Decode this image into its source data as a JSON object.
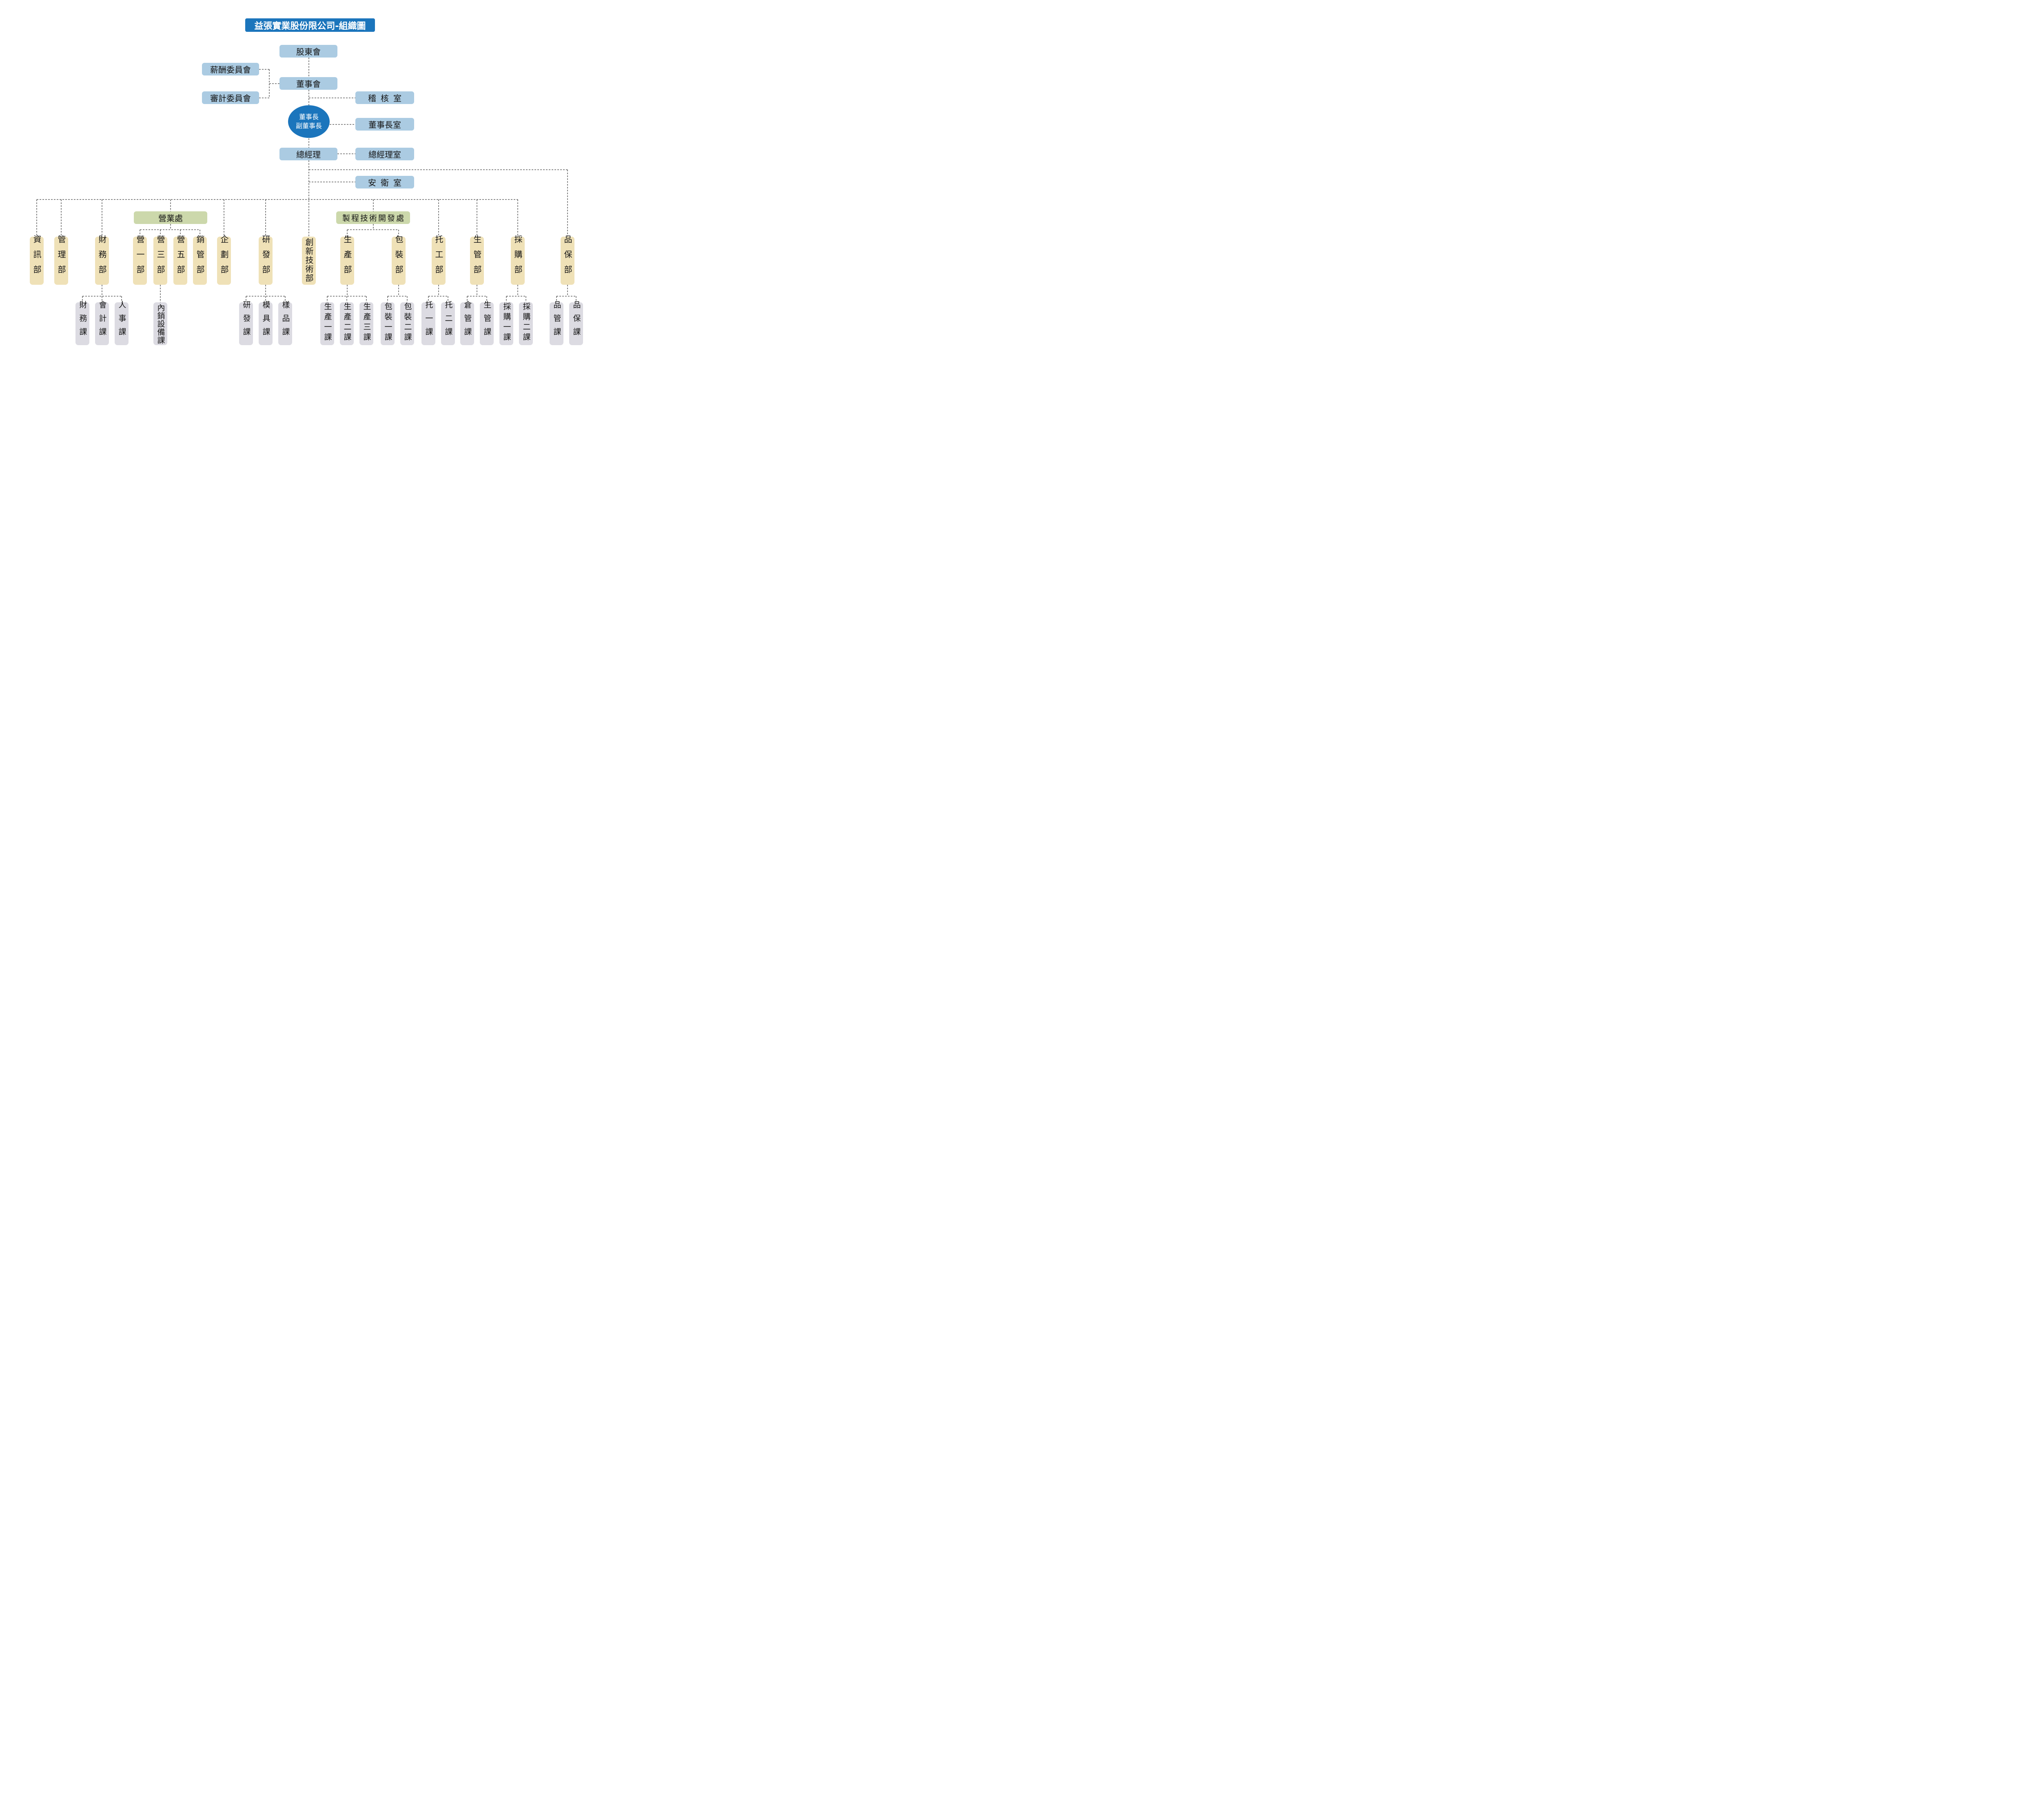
{
  "title": "益張實業股份限公司-組織圖",
  "colors": {
    "title_bg": "#1b75bc",
    "ellipse_bg": "#1b75bc",
    "office_box_bg": "#abcbe2",
    "division_box_bg": "#ccd8ab",
    "department_box_bg": "#efe1b7",
    "section_box_bg": "#dcdbe2",
    "connector": "#3f3f3f",
    "text": "#151515"
  },
  "nodes": {
    "shareholders": {
      "label": "股東會"
    },
    "compensation_committee": {
      "label": "薪酬委員會"
    },
    "board": {
      "label": "董事會"
    },
    "audit_committee": {
      "label": "審計委員會"
    },
    "audit_office": {
      "label": "稽核室"
    },
    "chairman": {
      "line1": "董事長",
      "line2": "副董事長"
    },
    "chairman_office": {
      "label": "董事長室"
    },
    "president": {
      "label": "總經理"
    },
    "president_office": {
      "label": "總經理室"
    },
    "safety_office": {
      "label": "安衛室"
    },
    "sales_division": {
      "label": "營業處"
    },
    "process_tech_division": {
      "label": "製程技術開發處"
    }
  },
  "departments": [
    {
      "label": "資訊部"
    },
    {
      "label": "管理部"
    },
    {
      "label": "財務部"
    },
    {
      "label": "營一部"
    },
    {
      "label": "營三部"
    },
    {
      "label": "營五部"
    },
    {
      "label": "銷管部"
    },
    {
      "label": "企劃部"
    },
    {
      "label": "研發部"
    },
    {
      "label": "創新技術部"
    },
    {
      "label": "生產部"
    },
    {
      "label": "包裝部"
    },
    {
      "label": "托工部"
    },
    {
      "label": "生管部"
    },
    {
      "label": "採購部"
    },
    {
      "label": "品保部"
    }
  ],
  "sections": [
    {
      "label": "財務課"
    },
    {
      "label": "會計課"
    },
    {
      "label": "人事課"
    },
    {
      "label": "內銷設備課"
    },
    {
      "label": "研發課"
    },
    {
      "label": "模具課"
    },
    {
      "label": "樣品課"
    },
    {
      "label": "生產一課"
    },
    {
      "label": "生產二課"
    },
    {
      "label": "生產三課"
    },
    {
      "label": "包裝一課"
    },
    {
      "label": "包裝二課"
    },
    {
      "label": "托一課"
    },
    {
      "label": "托二課"
    },
    {
      "label": "倉管課"
    },
    {
      "label": "生管課"
    },
    {
      "label": "採購一課"
    },
    {
      "label": "採購二課"
    },
    {
      "label": "品管課"
    },
    {
      "label": "品保課"
    }
  ]
}
